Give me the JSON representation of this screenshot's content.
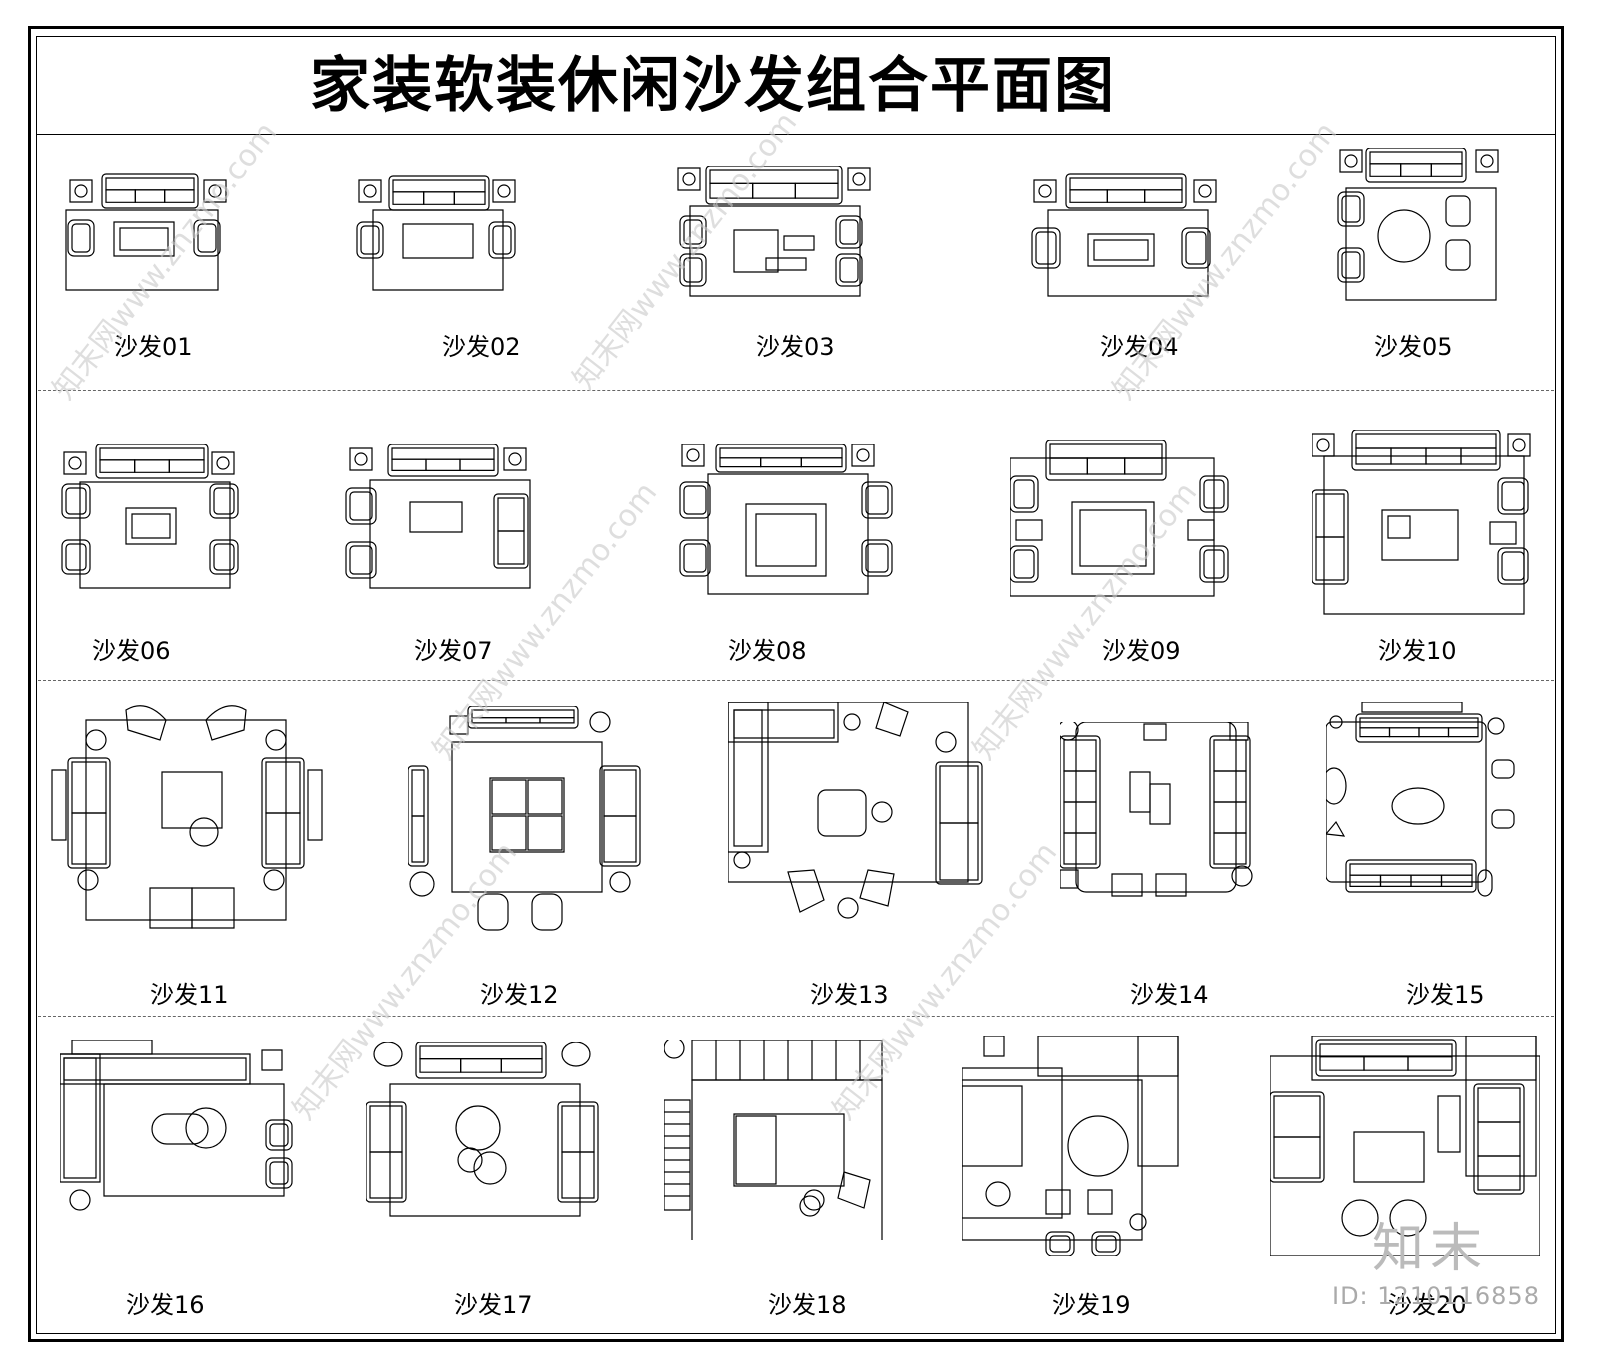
{
  "title": "家装软装休闲沙发组合平面图",
  "plans": [
    {
      "label": "沙发01"
    },
    {
      "label": "沙发02"
    },
    {
      "label": "沙发03"
    },
    {
      "label": "沙发04"
    },
    {
      "label": "沙发05"
    },
    {
      "label": "沙发06"
    },
    {
      "label": "沙发07"
    },
    {
      "label": "沙发08"
    },
    {
      "label": "沙发09"
    },
    {
      "label": "沙发10"
    },
    {
      "label": "沙发11"
    },
    {
      "label": "沙发12"
    },
    {
      "label": "沙发13"
    },
    {
      "label": "沙发14"
    },
    {
      "label": "沙发15"
    },
    {
      "label": "沙发16"
    },
    {
      "label": "沙发17"
    },
    {
      "label": "沙发18"
    },
    {
      "label": "沙发19"
    },
    {
      "label": "沙发20"
    }
  ],
  "watermark": {
    "site": "知末网www.znzmo.com",
    "logo": "知末",
    "id_text": "ID: 1210116858"
  },
  "colors": {
    "line": "#000000",
    "watermark": "#bbbbbb",
    "background": "#ffffff"
  }
}
